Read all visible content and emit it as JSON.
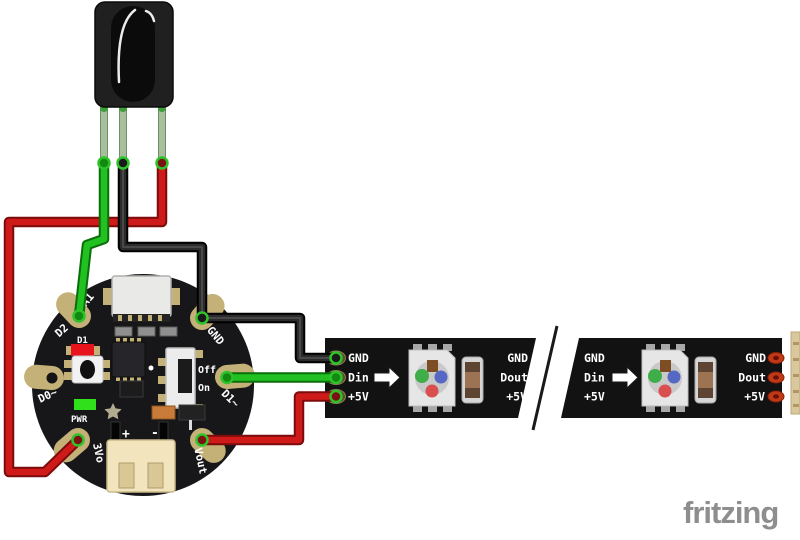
{
  "diagram": {
    "type": "fritzing-breadboard-wiring"
  },
  "board": {
    "pads": {
      "a1": "A1",
      "d2": "D2",
      "gnd": "GND",
      "d0": "D0~",
      "d1": "D1~",
      "v3": "3Vo",
      "vout": "Vout"
    },
    "silk": {
      "led": "D1",
      "pwr": "PWR",
      "off": "Off",
      "on": "On",
      "plus": "+",
      "minus": "-"
    }
  },
  "strips": [
    {
      "left": [
        "GND",
        "Din",
        "+5V"
      ],
      "right": [
        "GND",
        "Dout",
        "+5V"
      ]
    },
    {
      "left": [
        "GND",
        "Din",
        "+5V"
      ],
      "right": [
        "GND",
        "Dout",
        "+5V"
      ]
    }
  ],
  "logo": "fritzing",
  "colors": {
    "wire_green": "#22c122",
    "wire_black": "#2b2b2b",
    "wire_red": "#cf1a1a",
    "connection_ring": "#2fc32b",
    "board_black": "#17171a",
    "pad_tan": "#c4b178",
    "strip_black": "#121212",
    "led_red": "#e8131b",
    "led_green": "#2fe01b",
    "logo_gray": "#8e8e8e"
  }
}
